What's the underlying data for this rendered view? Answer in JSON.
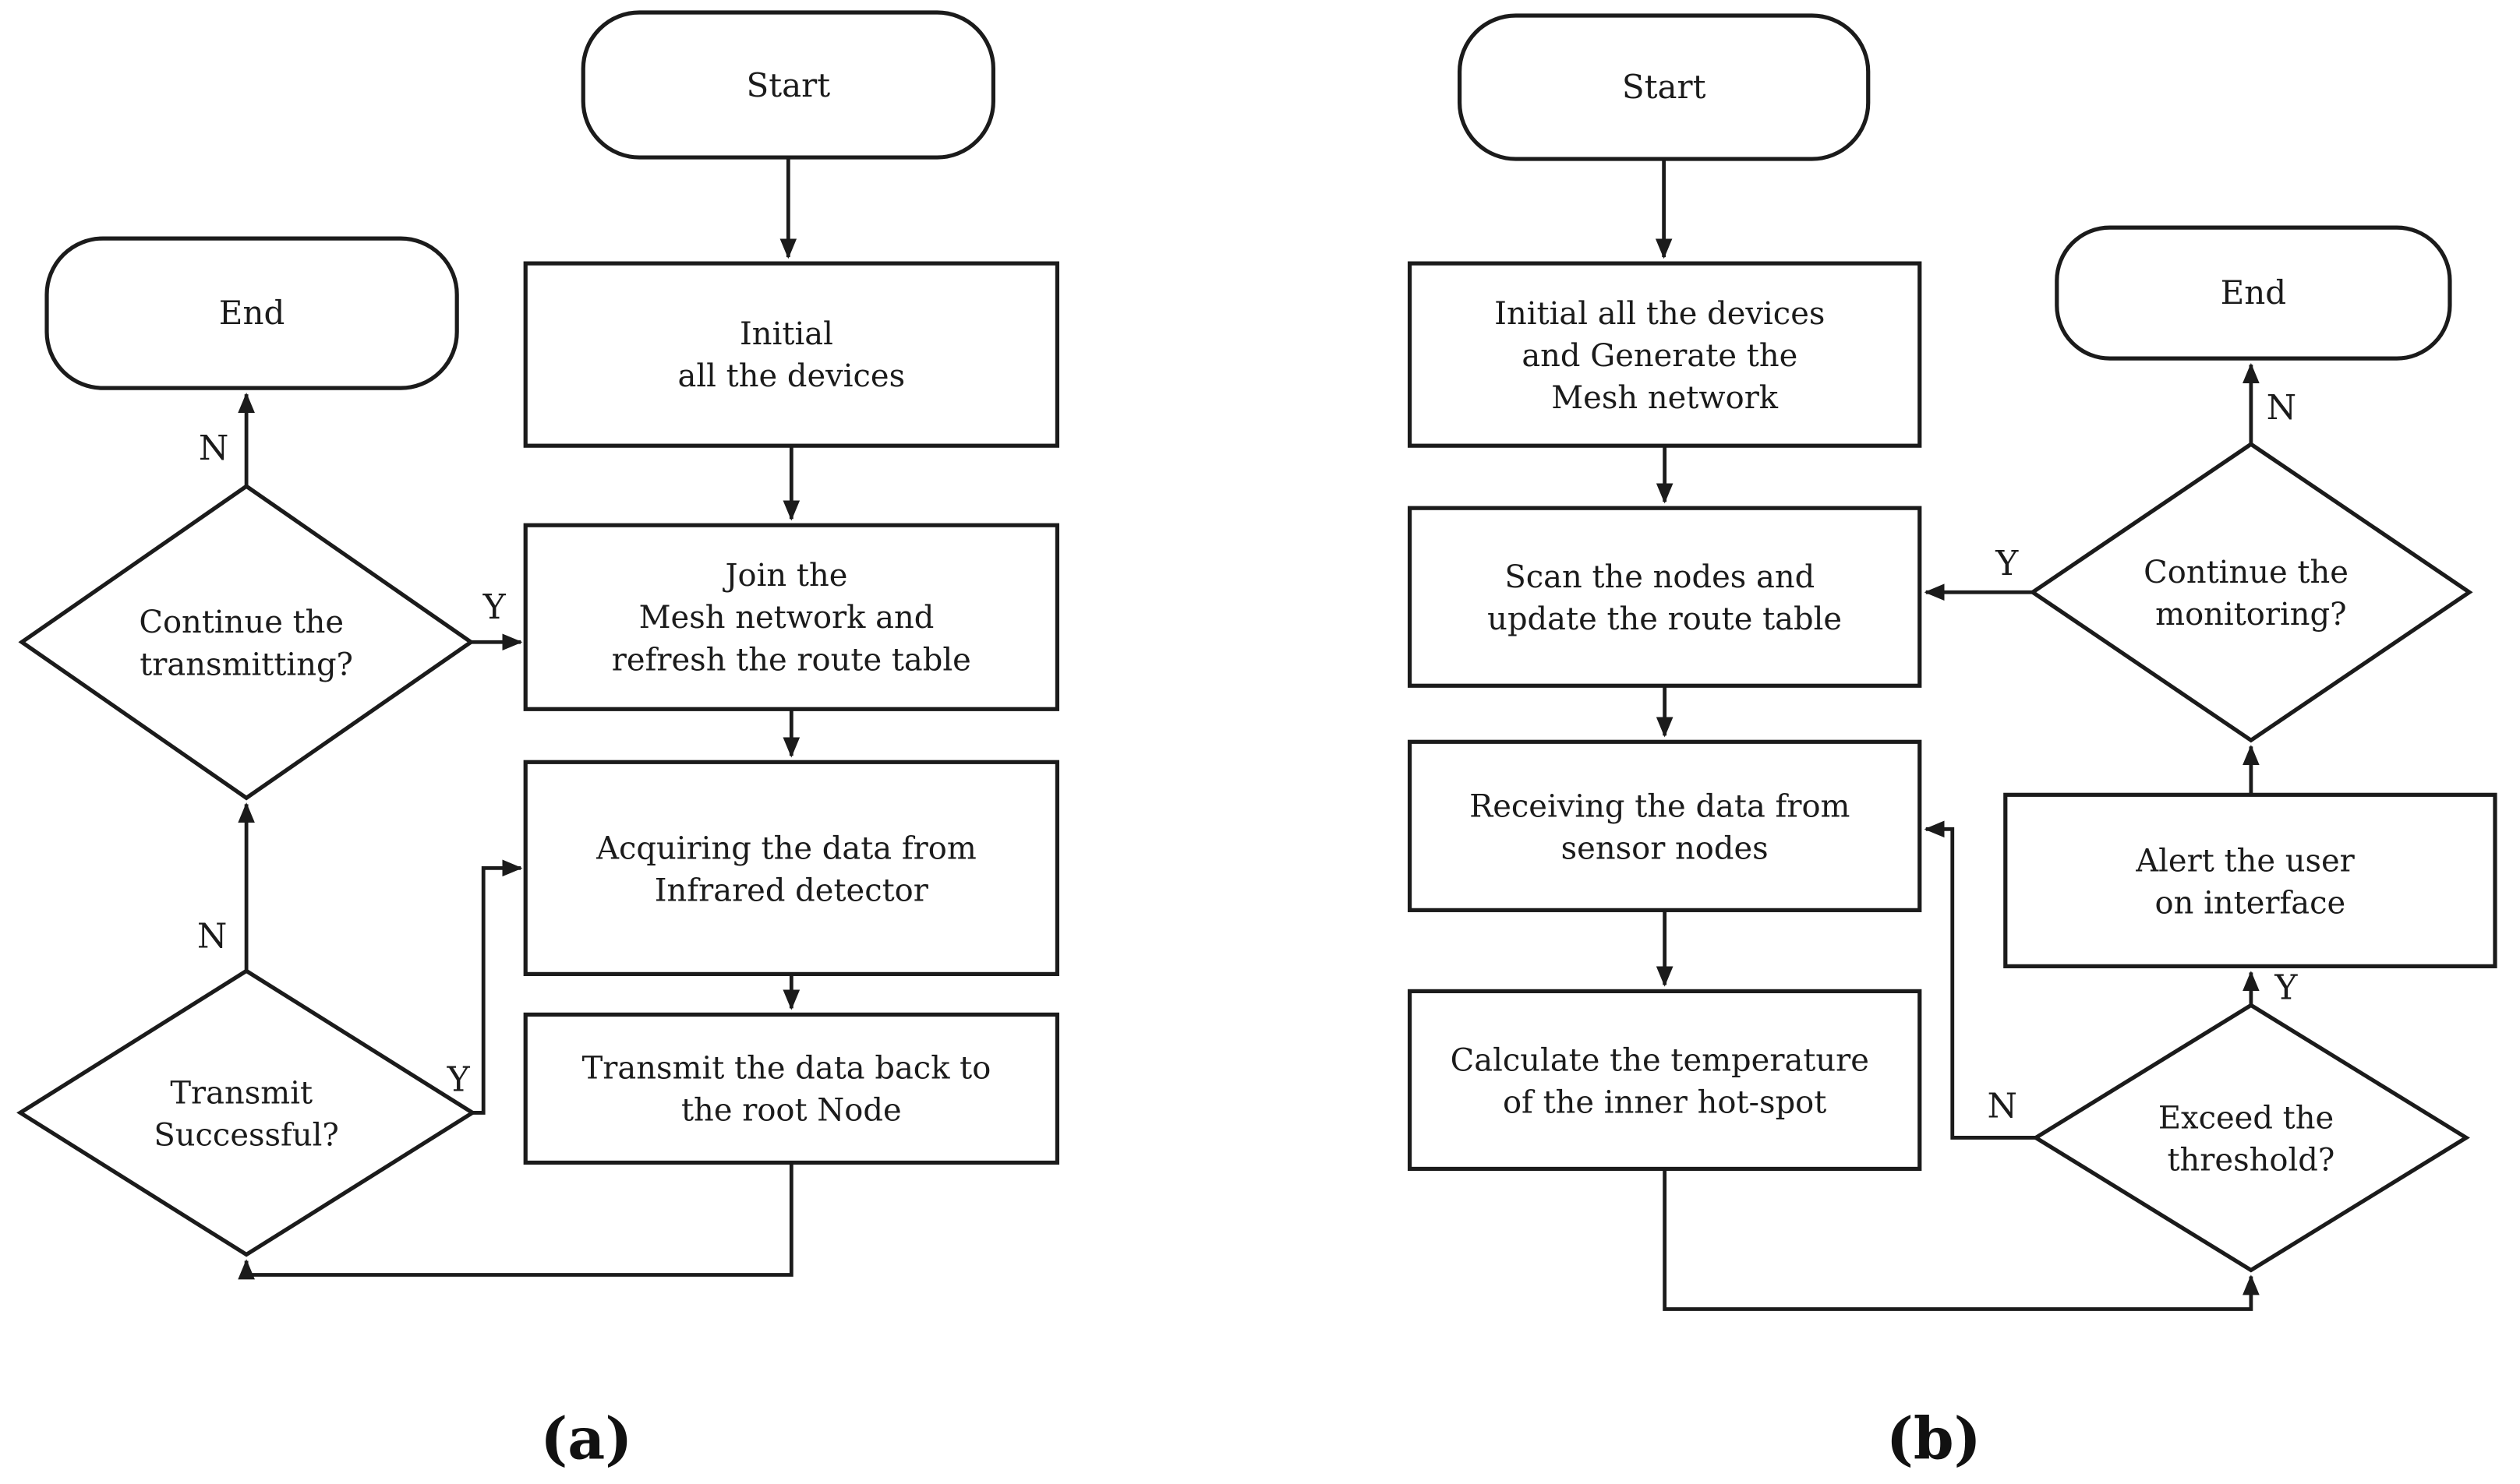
{
  "figure": {
    "type": "flowchart-pair",
    "background_color": "#ffffff",
    "stroke_color": "#1b1b1b",
    "caption_a": "(a)",
    "caption_b": "(b)"
  },
  "chart_a": {
    "nodes": {
      "start": {
        "shape": "terminator",
        "label": "Start"
      },
      "end": {
        "shape": "terminator",
        "label": "End"
      },
      "initial": {
        "shape": "process",
        "lines": [
          "Initial",
          "all the devices"
        ]
      },
      "join": {
        "shape": "process",
        "lines": [
          "Join the",
          "Mesh network and",
          "refresh the route table"
        ]
      },
      "acquiring": {
        "shape": "process",
        "lines": [
          "Acquiring the data from",
          "Infrared detector"
        ]
      },
      "transmit": {
        "shape": "process",
        "lines": [
          "Transmit the data back to",
          "the root Node"
        ]
      },
      "successful_decision": {
        "shape": "decision",
        "lines": [
          "Transmit",
          "Successful?"
        ]
      },
      "continue_decision": {
        "shape": "decision",
        "lines": [
          "Continue the",
          "transmitting?"
        ]
      }
    },
    "edges": [
      {
        "from": "start",
        "to": "initial",
        "label": ""
      },
      {
        "from": "initial",
        "to": "join",
        "label": ""
      },
      {
        "from": "join",
        "to": "acquiring",
        "label": ""
      },
      {
        "from": "acquiring",
        "to": "transmit",
        "label": ""
      },
      {
        "from": "transmit",
        "to": "successful_decision",
        "label": ""
      },
      {
        "from": "successful_decision",
        "to": "acquiring",
        "label": "Y"
      },
      {
        "from": "successful_decision",
        "to": "continue_decision",
        "label": "N"
      },
      {
        "from": "continue_decision",
        "to": "join",
        "label": "Y"
      },
      {
        "from": "continue_decision",
        "to": "end",
        "label": "N"
      }
    ]
  },
  "chart_b": {
    "nodes": {
      "start": {
        "shape": "terminator",
        "label": "Start"
      },
      "end": {
        "shape": "terminator",
        "label": "End"
      },
      "initial": {
        "shape": "process",
        "lines": [
          "Initial all the devices",
          "and Generate the",
          "Mesh network"
        ]
      },
      "scan": {
        "shape": "process",
        "lines": [
          "Scan the nodes and",
          "update the route table"
        ]
      },
      "receiving": {
        "shape": "process",
        "lines": [
          "Receiving the data from",
          "sensor nodes"
        ]
      },
      "calculate": {
        "shape": "process",
        "lines": [
          "Calculate the temperature",
          "of the inner hot-spot"
        ]
      },
      "exceed_decision": {
        "shape": "decision",
        "lines": [
          "Exceed the",
          "threshold?"
        ]
      },
      "alert": {
        "shape": "process",
        "lines": [
          "Alert the user",
          "on interface"
        ]
      },
      "continue_decision": {
        "shape": "decision",
        "lines": [
          "Continue the",
          "monitoring?"
        ]
      }
    },
    "edges": [
      {
        "from": "start",
        "to": "initial",
        "label": ""
      },
      {
        "from": "initial",
        "to": "scan",
        "label": ""
      },
      {
        "from": "scan",
        "to": "receiving",
        "label": ""
      },
      {
        "from": "receiving",
        "to": "calculate",
        "label": ""
      },
      {
        "from": "calculate",
        "to": "exceed_decision",
        "label": ""
      },
      {
        "from": "exceed_decision",
        "to": "receiving",
        "label": "N"
      },
      {
        "from": "exceed_decision",
        "to": "alert",
        "label": "Y"
      },
      {
        "from": "alert",
        "to": "continue_decision",
        "label": ""
      },
      {
        "from": "continue_decision",
        "to": "scan",
        "label": "Y"
      },
      {
        "from": "continue_decision",
        "to": "end",
        "label": "N"
      }
    ]
  }
}
